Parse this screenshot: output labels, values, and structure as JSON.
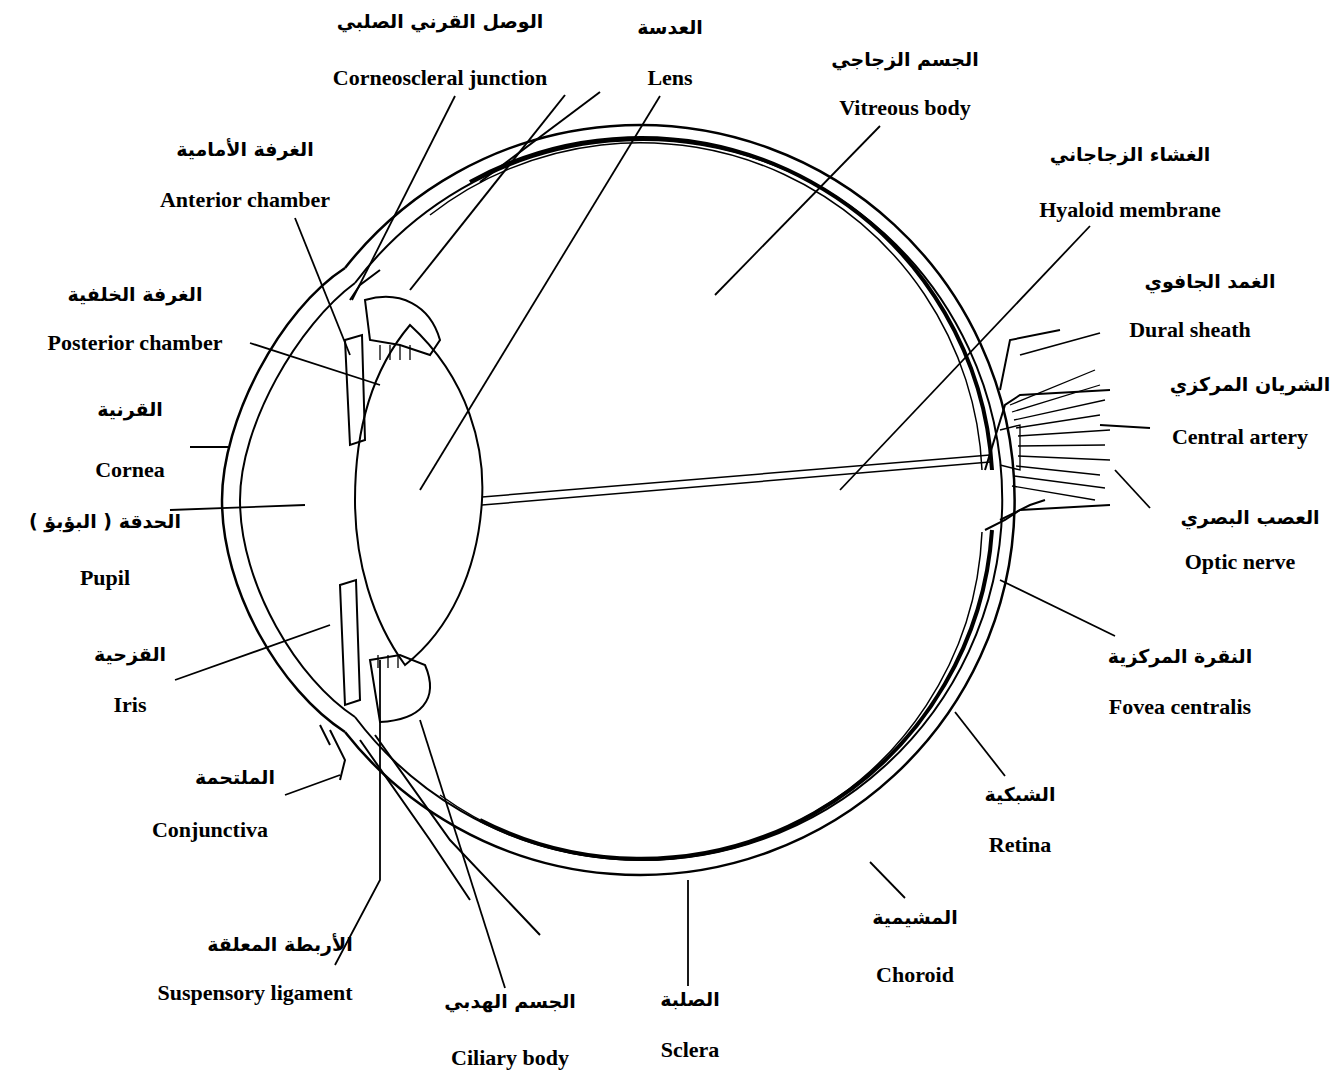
{
  "diagram": {
    "labels": [
      "الوصل القرني الصلبي",
      "Corneoscleral junction",
      "العدسة",
      "Lens",
      "الجسم الزجاجي",
      "Vitreous body",
      "الغرفة الأمامية",
      "Anterior chamber",
      "الغشاء الزجاجاني",
      "Hyaloid membrane",
      "الغمد الجافوي",
      "Dural sheath",
      "الغرفة الخلفية",
      "Posterior chamber",
      "الشريان المركزي",
      "Central artery",
      "القرنية",
      "Cornea",
      "الحدقة ( البؤبؤ )",
      "Pupil",
      "العصب البصري",
      "Optic nerve",
      "القزحية",
      "Iris",
      "النقرة المركزية",
      "Fovea centralis",
      "الملتحمة",
      "Conjunctiva",
      "الشبكية",
      "Retina",
      "المشيمية",
      "Choroid",
      "الأربطة المعلقة",
      "Suspensory ligament",
      "الجسم الهدبي",
      "Ciliary body",
      "الصلبة",
      "Sclera"
    ]
  }
}
